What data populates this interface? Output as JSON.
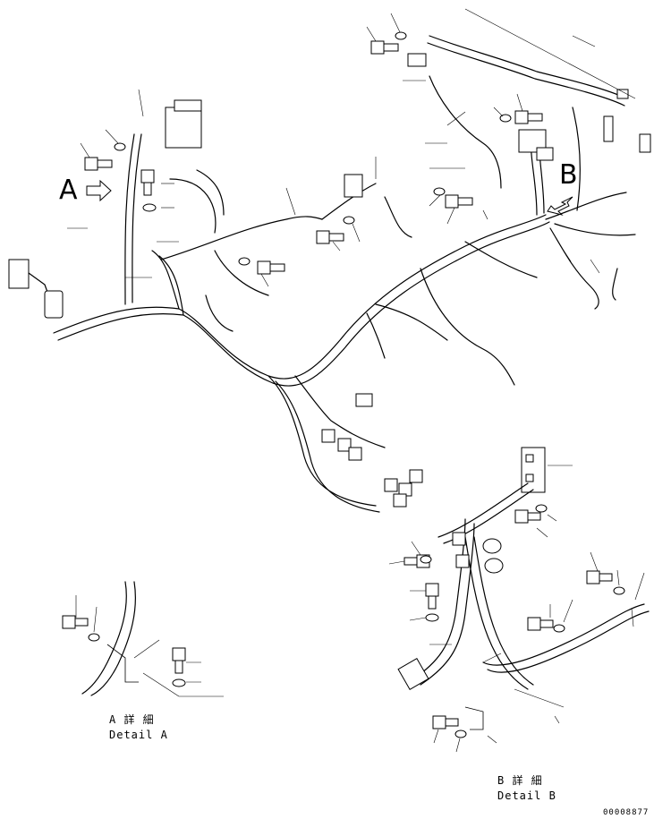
{
  "markers": {
    "a": "A",
    "b": "B"
  },
  "detail_a": {
    "title": "A 詳 細",
    "subtitle": "Detail A"
  },
  "detail_b": {
    "title": "B 詳 細",
    "subtitle": "Detail B"
  },
  "part_number": "00008877",
  "colors": {
    "line": "#000000",
    "background": "#ffffff"
  }
}
